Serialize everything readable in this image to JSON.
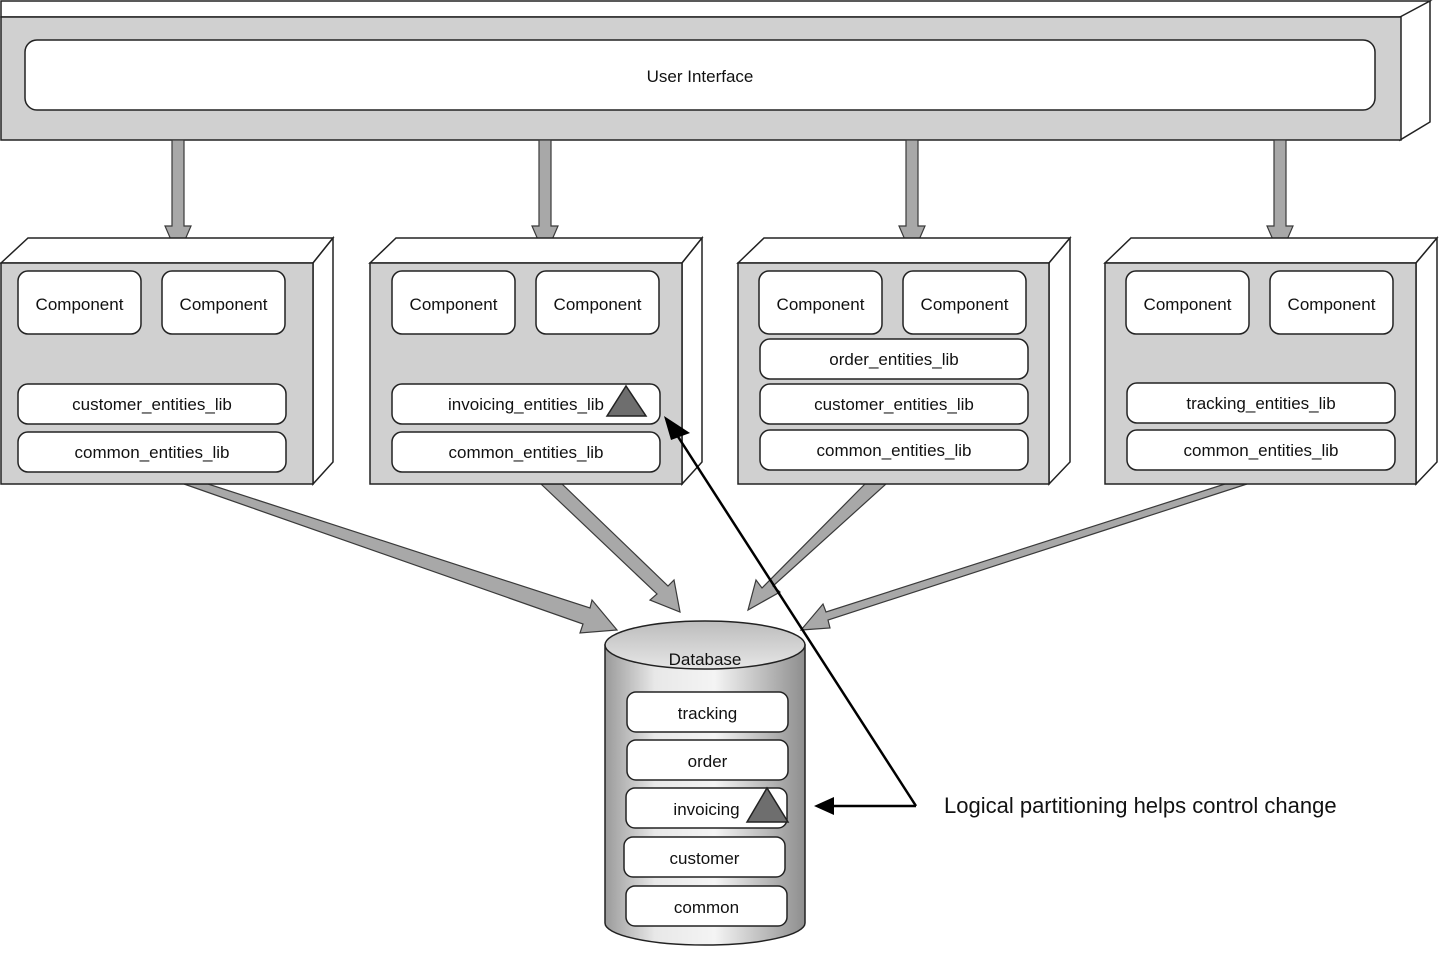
{
  "user_interface": {
    "label": "User Interface"
  },
  "services": [
    {
      "components": [
        "Component",
        "Component"
      ],
      "libs": [
        {
          "label": "customer_entities_lib",
          "changed": false
        },
        {
          "label": "common_entities_lib",
          "changed": false
        }
      ]
    },
    {
      "components": [
        "Component",
        "Component"
      ],
      "libs": [
        {
          "label": "invoicing_entities_lib",
          "changed": true
        },
        {
          "label": "common_entities_lib",
          "changed": false
        }
      ]
    },
    {
      "components": [
        "Component",
        "Component"
      ],
      "libs": [
        {
          "label": "order_entities_lib",
          "changed": false
        },
        {
          "label": "customer_entities_lib",
          "changed": false
        },
        {
          "label": "common_entities_lib",
          "changed": false
        }
      ]
    },
    {
      "components": [
        "Component",
        "Component"
      ],
      "libs": [
        {
          "label": "tracking_entities_lib",
          "changed": false
        },
        {
          "label": "common_entities_lib",
          "changed": false
        }
      ]
    }
  ],
  "database": {
    "label": "Database",
    "schemas": [
      {
        "label": "tracking",
        "changed": false
      },
      {
        "label": "order",
        "changed": false
      },
      {
        "label": "invoicing",
        "changed": true
      },
      {
        "label": "customer",
        "changed": false
      },
      {
        "label": "common",
        "changed": false
      }
    ]
  },
  "annotation": {
    "label": "Logical partitioning helps control change"
  },
  "colors": {
    "box_face": "#d0d0d0",
    "connector": "#a8a8a8",
    "change_marker": "#6e6e6e"
  }
}
